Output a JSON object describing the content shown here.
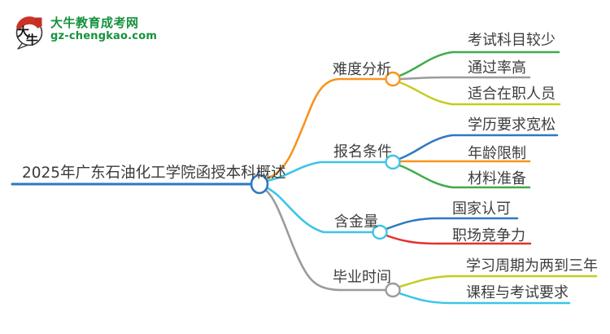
{
  "logo": {
    "icon_text": "大牛",
    "site_name": "大牛教育成考网",
    "site_domain": "gz-chengkao.com",
    "brand_green": "#15913d",
    "brand_red": "#c8352a"
  },
  "mindmap": {
    "root": {
      "label": "2025年广东石油化工学院函授本科概述",
      "color": "#2e78c2"
    },
    "branches": [
      {
        "label": "难度分析",
        "color": "#f7941e",
        "children": [
          {
            "label": "考试科目较少",
            "color": "#41ab4b"
          },
          {
            "label": "通过率高",
            "color": "#9b9b9b"
          },
          {
            "label": "适合在职人员",
            "color": "#c6cc1e"
          }
        ]
      },
      {
        "label": "报名条件",
        "color": "#3cc5e8",
        "children": [
          {
            "label": "学历要求宽松",
            "color": "#2e78c2"
          },
          {
            "label": "年龄限制",
            "color": "#f7941e"
          },
          {
            "label": "材料准备",
            "color": "#41ab4b"
          }
        ]
      },
      {
        "label": "含金量",
        "color": "#3cc5e8",
        "children": [
          {
            "label": "国家认可",
            "color": "#2e78c2"
          },
          {
            "label": "职场竞争力",
            "color": "#e52f2f"
          }
        ]
      },
      {
        "label": "毕业时间",
        "color": "#9b9b9b",
        "children": [
          {
            "label": "学习周期为两到三年",
            "color": "#c6cc1e"
          },
          {
            "label": "课程与考试要求",
            "color": "#3cc5e8"
          }
        ]
      }
    ]
  }
}
